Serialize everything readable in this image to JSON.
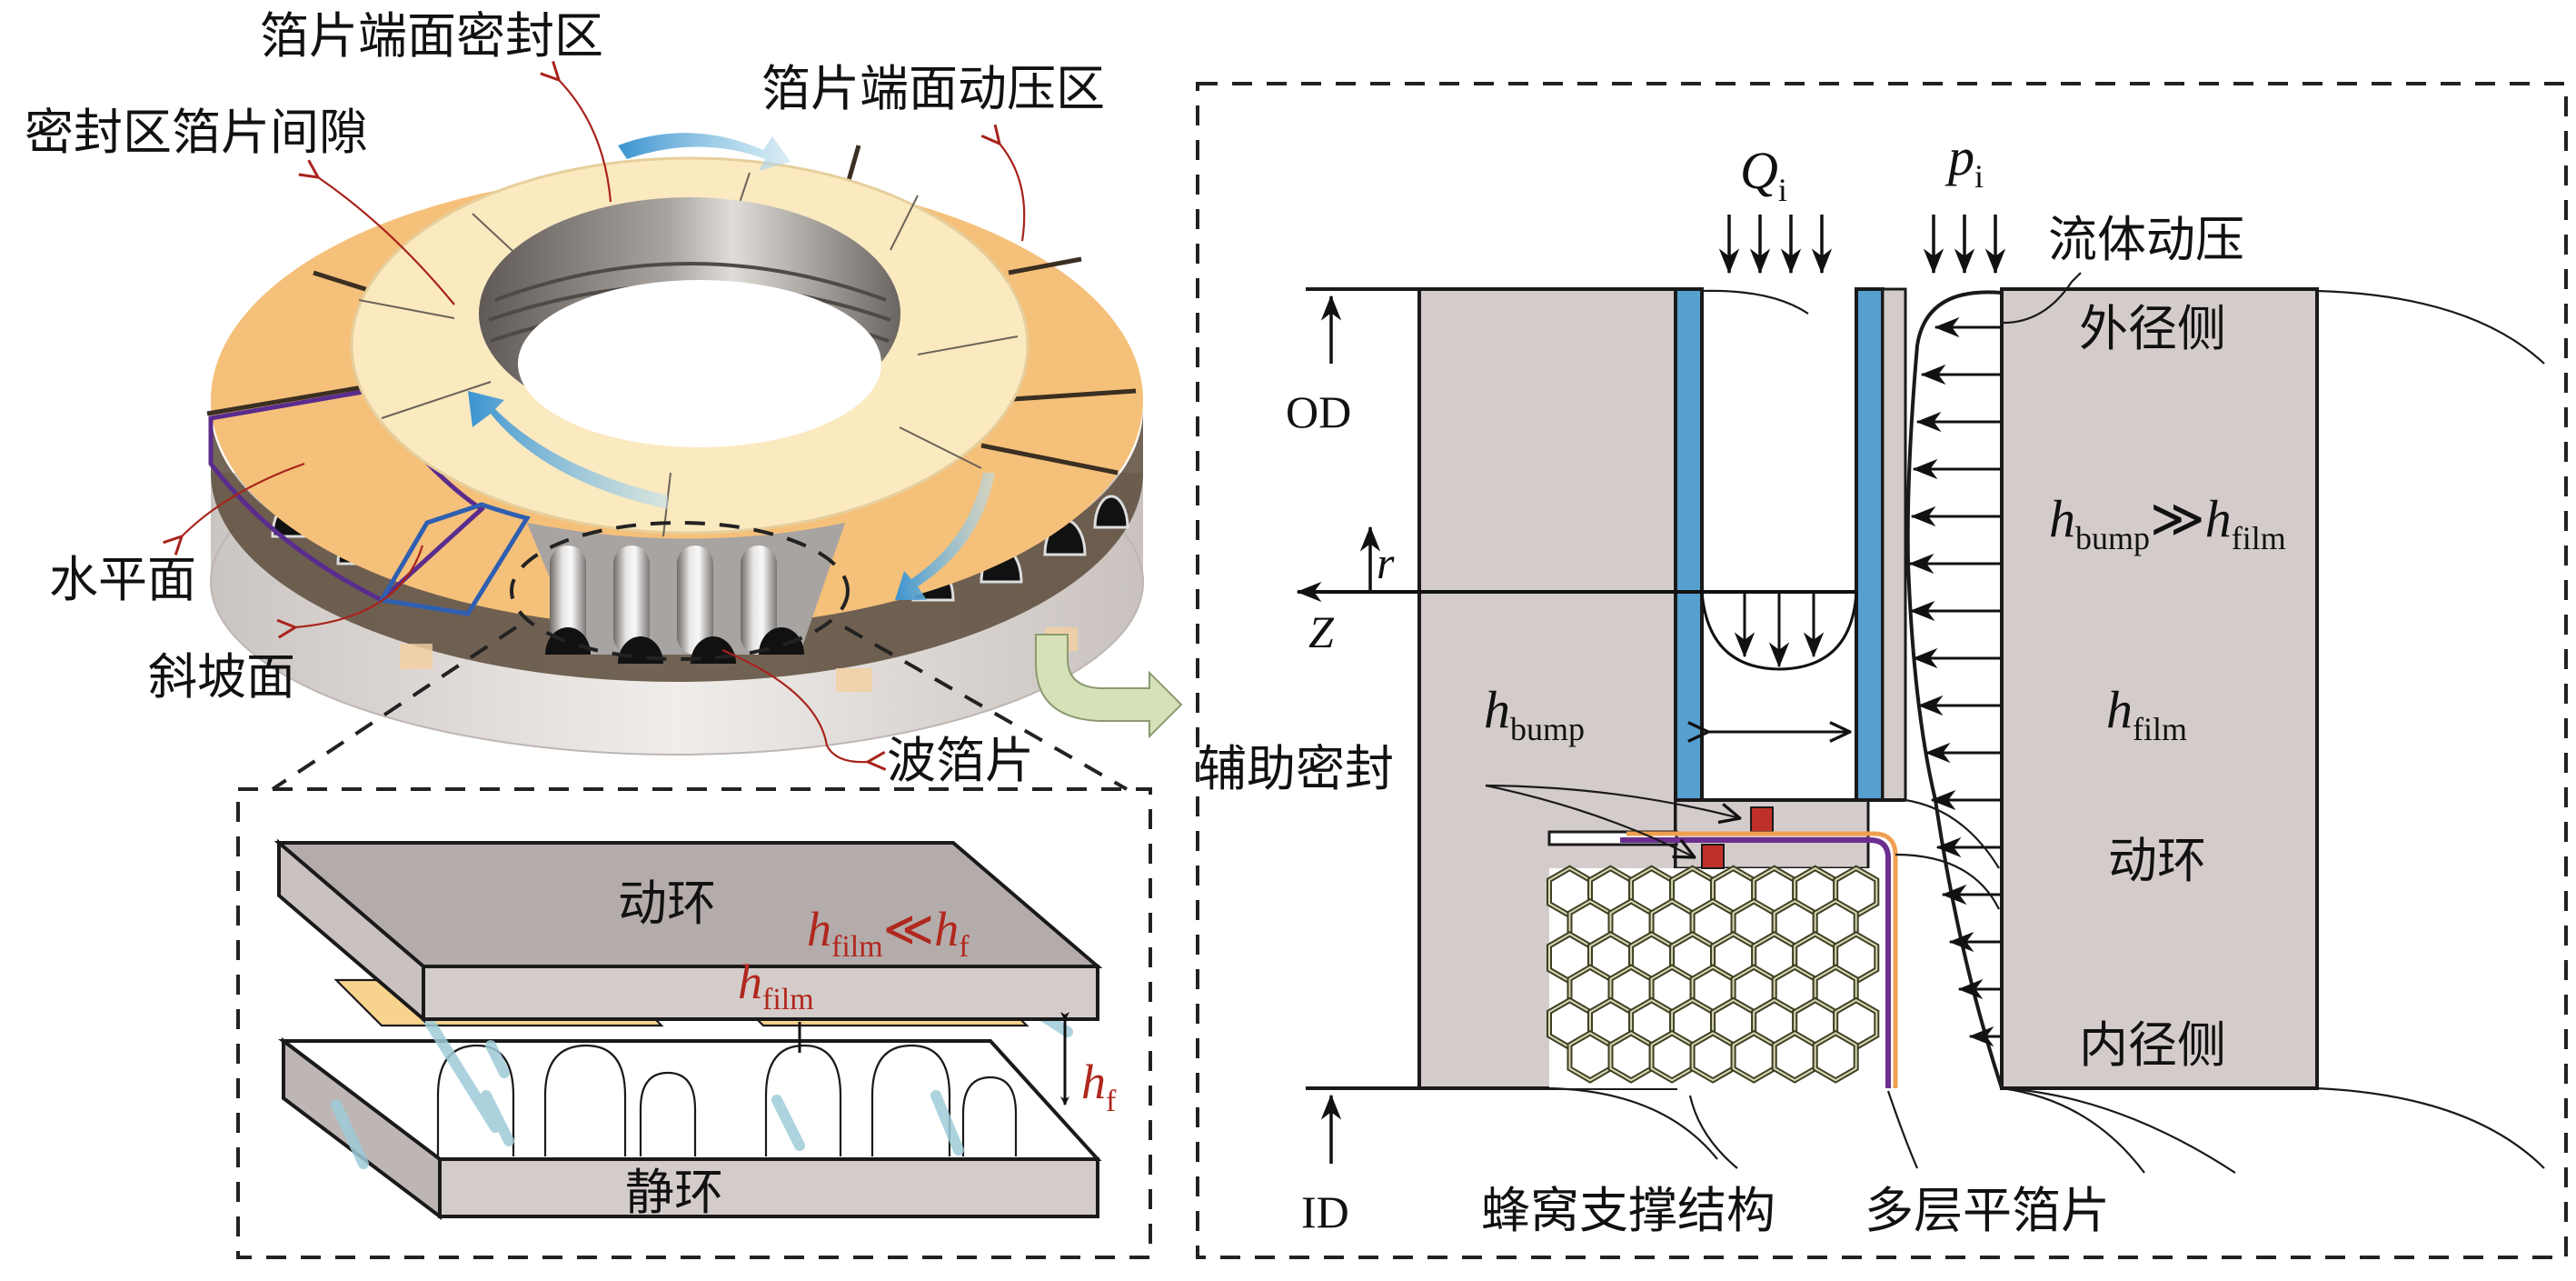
{
  "figure": {
    "colors": {
      "foil_orange": "#f5c07a",
      "seal_cream": "#fbe9c0",
      "ring_gray": "#d4cccb",
      "bore_gray": "#8b8682",
      "blue_strip": "#55a0cf",
      "seal_red": "#c0302a",
      "foil_purple": "#6b2f8f",
      "foil_orange_layer": "#f0a050",
      "honeycomb": "#3f3f22",
      "arrow_green": "#d5e2b7",
      "label_red": "#b0281e",
      "flow_blue": "#4a9fd4"
    },
    "ring_view": {
      "labels": {
        "seal_zone": "箔片端面密封区",
        "dynamic_zone": "箔片端面动压区",
        "seal_gap": "密封区箔片间隙",
        "horizontal_face": "水平面",
        "ramp_face": "斜坡面",
        "bump_foil": "波箔片"
      }
    },
    "detail_view": {
      "rotor_label": "动环",
      "stator_label": "静环",
      "relation": {
        "h": "h",
        "film_sub": "film",
        "op": "≪",
        "f_sub": "f"
      },
      "film_label": {
        "h": "h",
        "sub": "film"
      },
      "hf_label": {
        "h": "h",
        "sub": "f"
      }
    },
    "section_view": {
      "Q": {
        "sym": "Q",
        "sub": "i"
      },
      "p": {
        "sym": "p",
        "sub": "i"
      },
      "hydrodynamic": "流体动压",
      "outer_side": "外径侧",
      "inner_side": "内径侧",
      "rotor": "动环",
      "od": "OD",
      "id": "ID",
      "r_axis": "r",
      "z_axis": "Z",
      "hbump": {
        "h": "h",
        "sub": "bump"
      },
      "hfilm": {
        "h": "h",
        "sub": "film"
      },
      "relation": {
        "h1": "h",
        "sub1": "bump",
        "op": "≫",
        "h2": "h",
        "sub2": "film"
      },
      "aux_seal": "辅助密封",
      "honeycomb": "蜂窝支撑结构",
      "multilayer_foil": "多层平箔片"
    }
  }
}
